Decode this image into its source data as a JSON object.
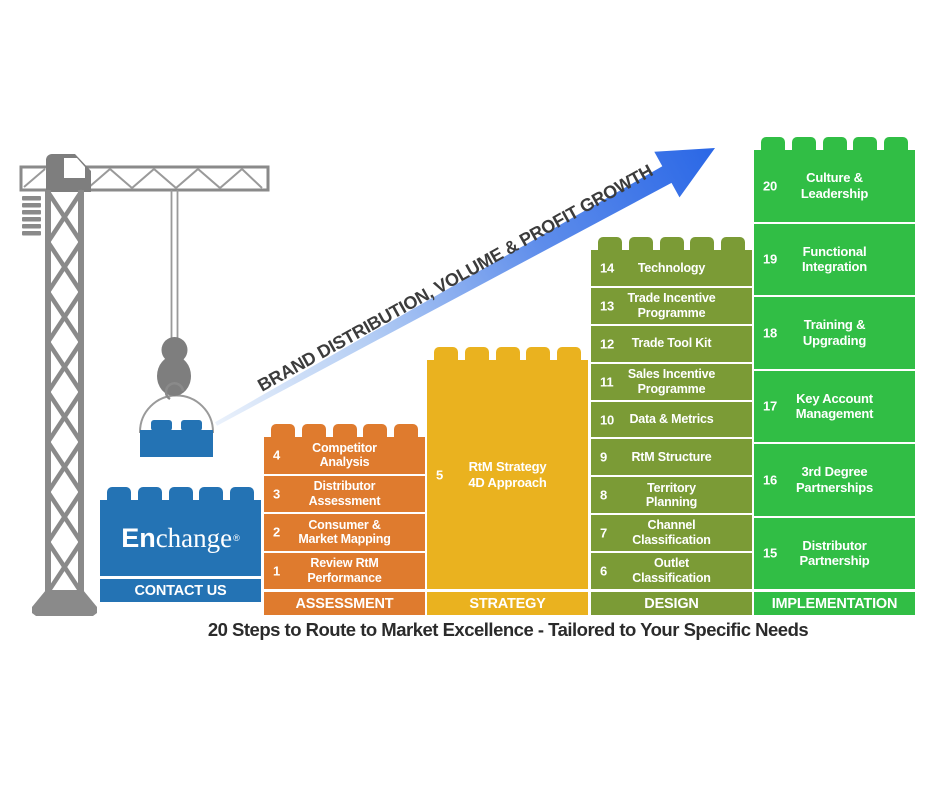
{
  "caption": "20 Steps to Route to Market Excellence - Tailored to Your Specific Needs",
  "arrow_label": "BRAND DISTRIBUTION, VOLUME & PROFIT GROWTH",
  "logo": {
    "bold": "En",
    "serif": "change",
    "registered": "®"
  },
  "colors": {
    "blue": "#2473B4",
    "orange": "#DF7B2E",
    "yellow": "#EAB21F",
    "olive": "#7B9B36",
    "green": "#31BE45",
    "crane_gray": "#8A8A8A",
    "crane_dark": "#7E7E7E",
    "crane_line": "#9A9A9A",
    "arrow_tail": "#EAF1FB",
    "arrow_mid1": "#B5CEF4",
    "arrow_mid2": "#5E8DEB",
    "arrow_head": "#2A67E6",
    "arrow_text": "#3C3C3C",
    "white": "#FFFFFF"
  },
  "columns": [
    {
      "label": "CONTACT US",
      "items": []
    },
    {
      "label": "ASSESSMENT",
      "items": [
        {
          "num": "4",
          "label": "Competitor\nAnalysis"
        },
        {
          "num": "3",
          "label": "Distributor\nAssessment"
        },
        {
          "num": "2",
          "label": "Consumer &\nMarket Mapping"
        },
        {
          "num": "1",
          "label": "Review RtM\nPerformance"
        }
      ]
    },
    {
      "label": "STRATEGY",
      "items": [
        {
          "num": "5",
          "label": "RtM Strategy\n4D Approach"
        }
      ]
    },
    {
      "label": "DESIGN",
      "items": [
        {
          "num": "14",
          "label": "Technology"
        },
        {
          "num": "13",
          "label": "Trade Incentive\nProgramme"
        },
        {
          "num": "12",
          "label": "Trade Tool Kit"
        },
        {
          "num": "11",
          "label": "Sales Incentive\nProgramme"
        },
        {
          "num": "10",
          "label": "Data & Metrics"
        },
        {
          "num": "9",
          "label": "RtM Structure"
        },
        {
          "num": "8",
          "label": "Territory\nPlanning"
        },
        {
          "num": "7",
          "label": "Channel\nClassification"
        },
        {
          "num": "6",
          "label": "Outlet\nClassification"
        }
      ]
    },
    {
      "label": "IMPLEMENTATION",
      "items": [
        {
          "num": "20",
          "label": "Culture &\nLeadership"
        },
        {
          "num": "19",
          "label": "Functional\nIntegration"
        },
        {
          "num": "18",
          "label": "Training &\nUpgrading"
        },
        {
          "num": "17",
          "label": "Key Account\nManagement"
        },
        {
          "num": "16",
          "label": "3rd Degree\nPartnerships"
        },
        {
          "num": "15",
          "label": "Distributor\nPartnership"
        }
      ]
    }
  ]
}
